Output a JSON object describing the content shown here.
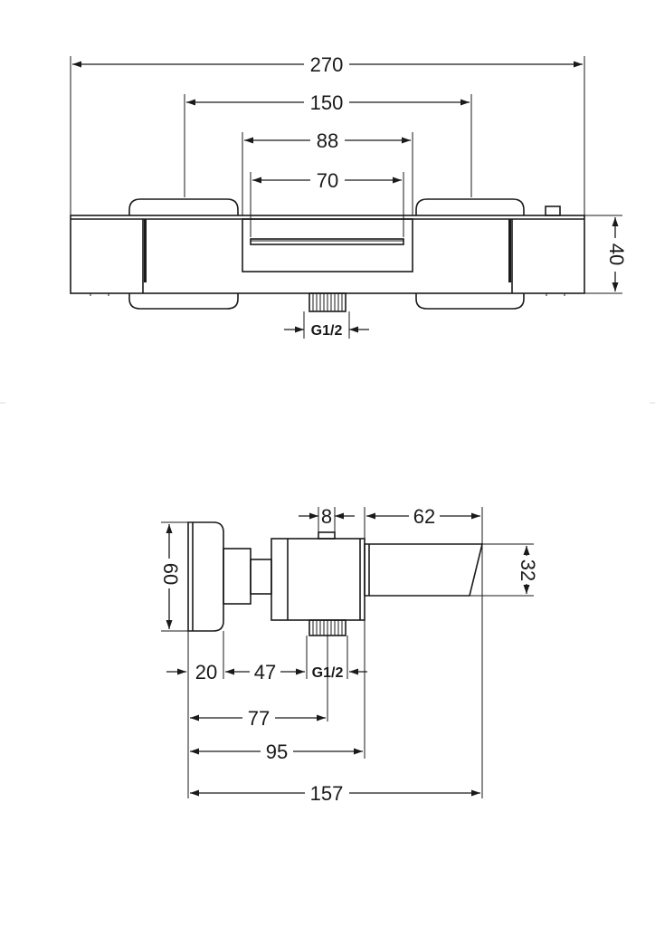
{
  "top_view": {
    "overall_width": "270",
    "handle_spacing": "150",
    "spout_outer": "88",
    "spout_inner": "70",
    "height": "40",
    "thread": "G1/2"
  },
  "side_view": {
    "spout_offset": "8",
    "spout_length": "62",
    "spout_height": "32",
    "body_height": "60",
    "d20": "20",
    "d47": "47",
    "thread": "G1/2",
    "d77": "77",
    "d95": "95",
    "d157": "157"
  }
}
